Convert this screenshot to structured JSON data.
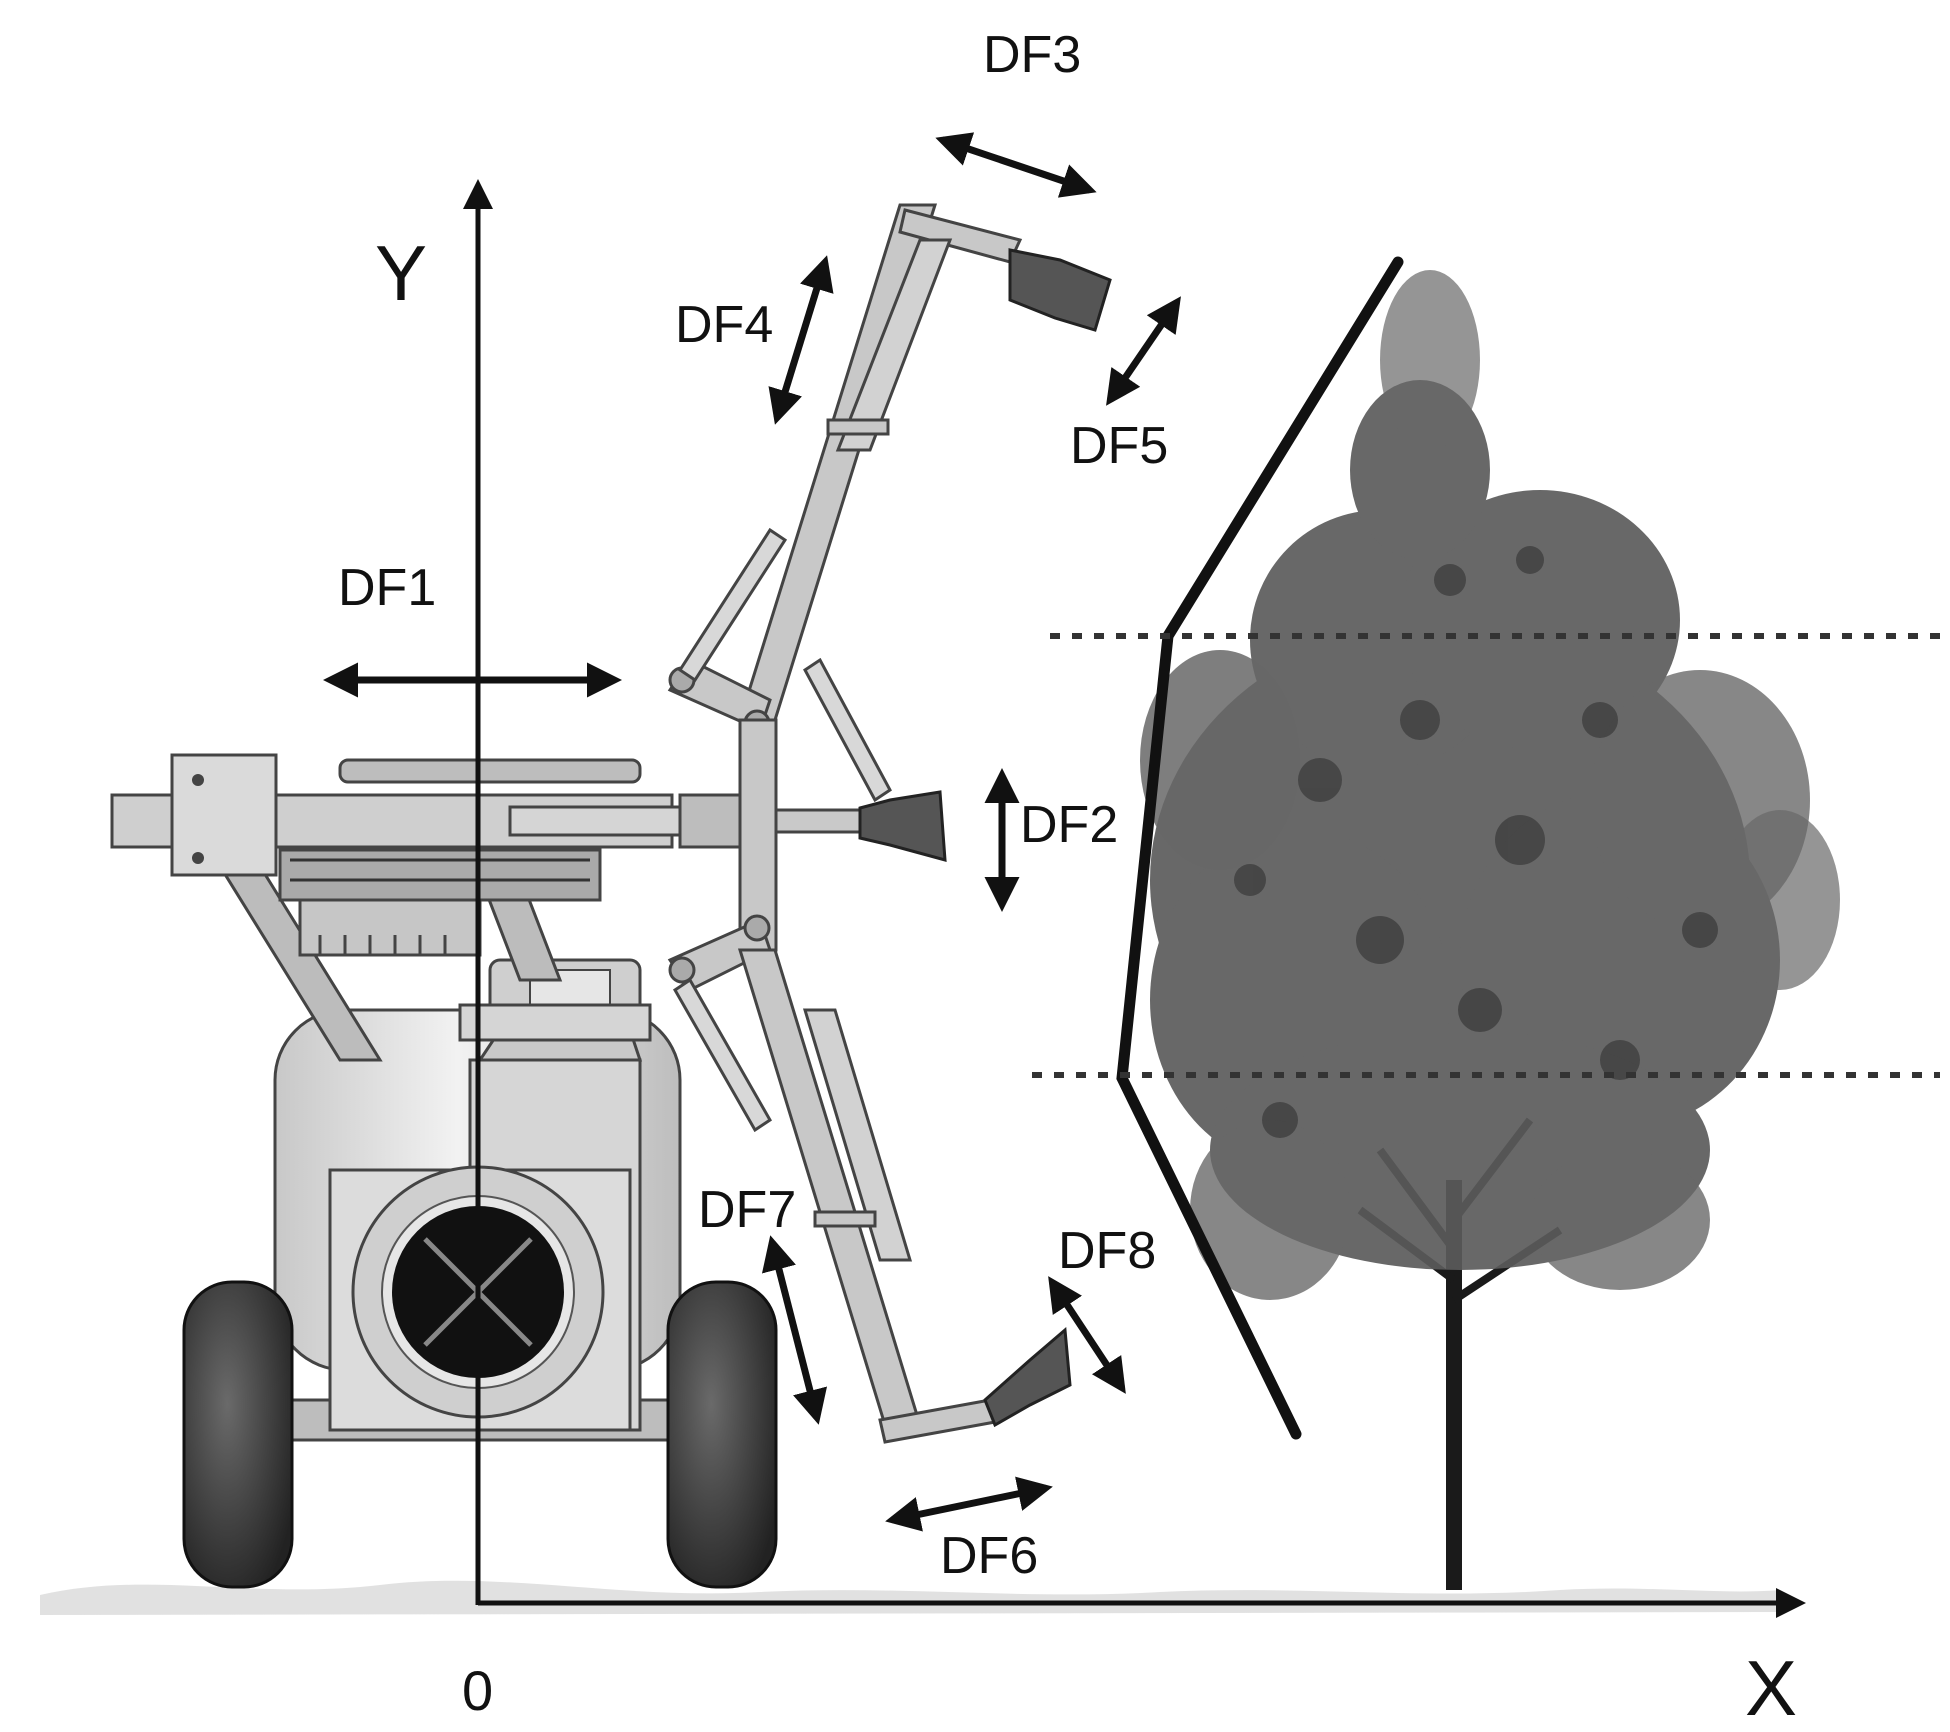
{
  "diagram": {
    "axes": {
      "y_label": "Y",
      "x_label": "X",
      "origin_label": "0"
    },
    "dof_labels": {
      "df1": "DF1",
      "df2": "DF2",
      "df3": "DF3",
      "df4": "DF4",
      "df5": "DF5",
      "df6": "DF6",
      "df7": "DF7",
      "df8": "DF8"
    },
    "colors": {
      "ink": "#111111",
      "metal_light": "#d9d9d9",
      "metal_mid": "#bdbdbd",
      "metal_dark": "#8a8a8a",
      "tire": "#3a3a3a",
      "foliage": "#5b5b5b",
      "ground": "#a8a8a8"
    },
    "icons": {
      "fan": "fan-icon",
      "nozzle": "nozzle-icon",
      "tree": "tree-icon",
      "double-arrow": "double-arrow-icon"
    }
  }
}
